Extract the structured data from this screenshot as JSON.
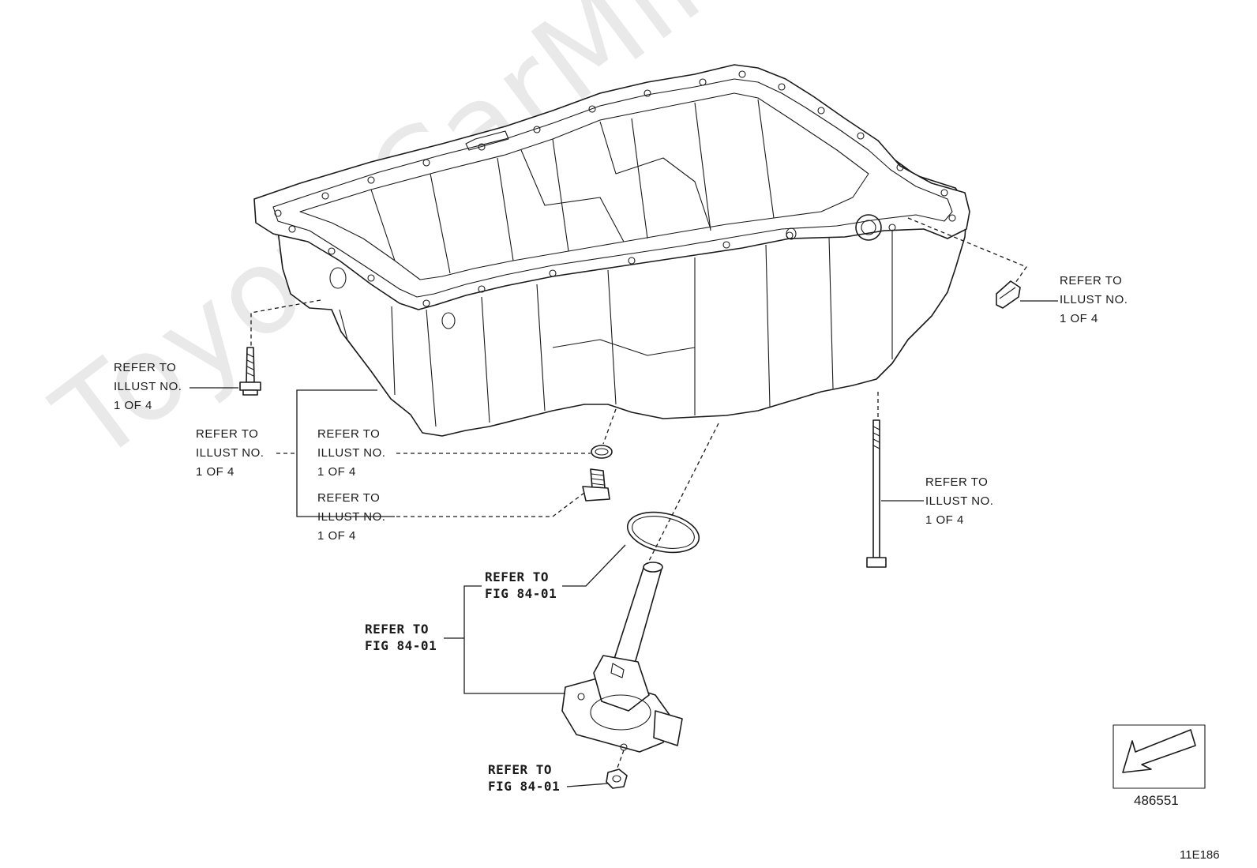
{
  "watermark": "ToyotaCarMine.ru",
  "callouts": {
    "top_right": [
      "REFER TO",
      "ILLUST NO.",
      "1 OF 4"
    ],
    "left_bolt": [
      "REFER TO",
      "ILLUST NO.",
      "1 OF 4"
    ],
    "left_group": [
      "REFER TO",
      "ILLUST NO.",
      "1 OF 4"
    ],
    "gasket": [
      "REFER TO",
      "ILLUST NO.",
      "1 OF 4"
    ],
    "drain_plug": [
      "REFER TO",
      "ILLUST NO.",
      "1 OF 4"
    ],
    "stud": [
      "REFER TO",
      "ILLUST NO.",
      "1 OF 4"
    ],
    "oring": [
      "REFER TO",
      "FIG 84-01"
    ],
    "sensor": [
      "REFER TO",
      "FIG 84-01"
    ],
    "nut": [
      "REFER TO",
      "FIG 84-01"
    ]
  },
  "diagram_ref": "486551",
  "page_code": "11E186"
}
